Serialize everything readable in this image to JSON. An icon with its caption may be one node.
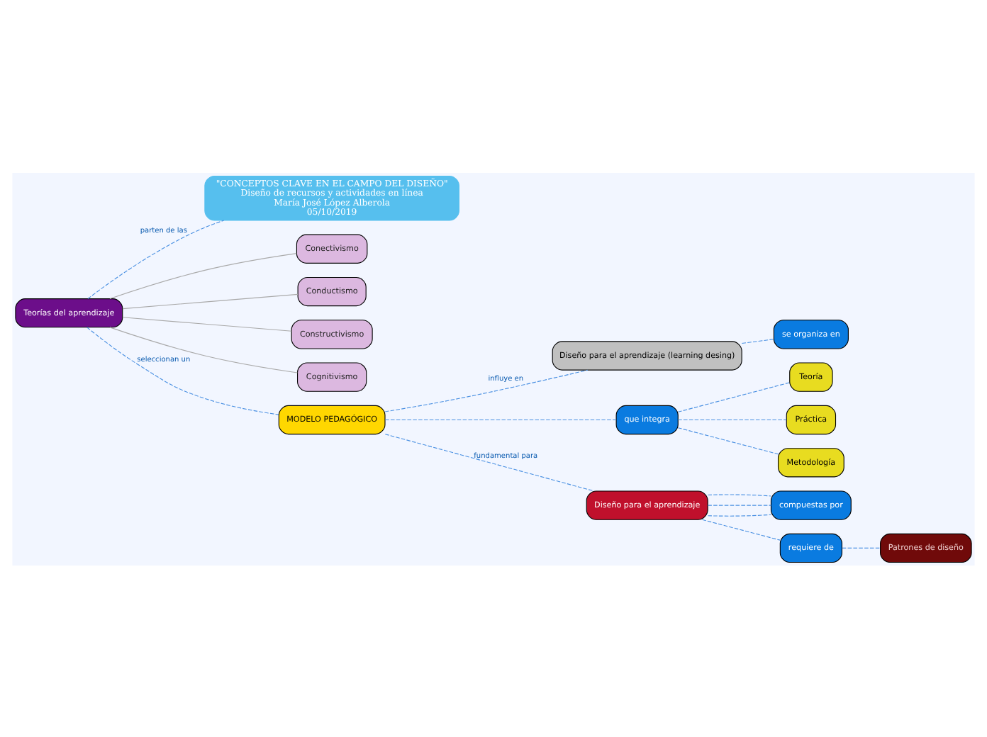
{
  "diagram": {
    "nodes": [
      {
        "text": [
          "\"CONCEPTOS CLAVE EN EL CAMPO DEL DISEÑO\"",
          "Diseño de recursos y actividades en línea",
          "María José López Alberola",
          "05/10/2019"
        ]
      },
      {
        "text": [
          "Teorías del aprendizaje"
        ]
      },
      {
        "text": [
          "Conectivismo"
        ]
      },
      {
        "text": [
          "Conductismo"
        ]
      },
      {
        "text": [
          "Constructivismo"
        ]
      },
      {
        "text": [
          "Cognitivismo"
        ]
      },
      {
        "text": [
          "MODELO PEDAGÓGICO"
        ]
      },
      {
        "text": [
          "Diseño para el aprendizaje (learning desing)"
        ]
      },
      {
        "text": [
          "que integra"
        ]
      },
      {
        "text": [
          "Teoría"
        ]
      },
      {
        "text": [
          "Práctica"
        ]
      },
      {
        "text": [
          "Metodología"
        ]
      },
      {
        "text": [
          "Diseño para el aprendizaje"
        ]
      },
      {
        "text": [
          "Patrones de diseño"
        ]
      },
      {
        "text": [
          "compuestas por"
        ]
      },
      {
        "text": [
          "requiere de"
        ]
      },
      {
        "text": [
          "se organiza en"
        ]
      }
    ],
    "edges": [
      {
        "from": 1,
        "to": 0,
        "arrow": "none",
        "label": "parten de las",
        "style": "dashed"
      },
      {
        "from": 1,
        "to": 2,
        "arrow": "none",
        "color": "#aaaaaa"
      },
      {
        "from": 1,
        "to": 3,
        "arrow": "none",
        "color": "#aaaaaa"
      },
      {
        "from": 1,
        "to": 4,
        "arrow": "none",
        "color": "#aaaaaa"
      },
      {
        "from": 1,
        "to": 5,
        "arrow": "none",
        "color": "#aaaaaa"
      },
      {
        "from": 1,
        "to": 6,
        "arrow": "none",
        "label": "seleccionan un",
        "style": "dashed"
      },
      {
        "from": 6,
        "to": 7,
        "arrow": "none",
        "label": "influye en",
        "style": "dashed"
      },
      {
        "from": 6,
        "to": 8,
        "arrow": "none",
        "style": "dashed"
      },
      {
        "from": 8,
        "to": 9,
        "arrow": "none",
        "style": "dashed"
      },
      {
        "from": 8,
        "to": 10,
        "arrow": "none",
        "style": "dashed"
      },
      {
        "from": 8,
        "to": 11,
        "arrow": "none",
        "style": "dashed"
      },
      {
        "from": 6,
        "to": 12,
        "arrow": "none",
        "label": "fundamental para",
        "style": "dashed"
      },
      {
        "from": 12,
        "to": 14,
        "arrow": "none",
        "style": "dashed"
      },
      {
        "from": 12,
        "to": 14,
        "arrow": "none",
        "style": "dashed"
      },
      {
        "from": 12,
        "to": 14,
        "arrow": "none",
        "style": "dashed"
      },
      {
        "from": 12,
        "to": 15,
        "arrow": "none",
        "style": "dashed"
      },
      {
        "from": 15,
        "to": 13,
        "arrow": "none",
        "style": "dashed"
      },
      {
        "from": 7,
        "to": 16,
        "arrow": "none",
        "style": "dashed"
      }
    ]
  }
}
